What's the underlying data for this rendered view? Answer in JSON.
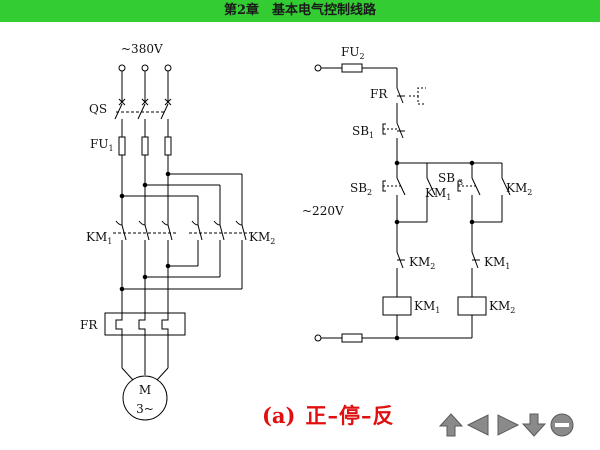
{
  "header": {
    "title": "第2章　基本电气控制线路",
    "bg_color": "#33cc33"
  },
  "main_circuit": {
    "supply": "~380V",
    "switch": "QS",
    "fuse": {
      "base": "FU",
      "sub": "1"
    },
    "forward_contactor": {
      "base": "KM",
      "sub": "1"
    },
    "reverse_contactor": {
      "base": "KM",
      "sub": "2"
    },
    "thermal_relay": "FR",
    "motor": {
      "name": "M",
      "phase": "3~"
    }
  },
  "control_circuit": {
    "fuse": {
      "base": "FU",
      "sub": "2"
    },
    "overload_contact": "FR",
    "stop_button": {
      "base": "SB",
      "sub": "1"
    },
    "forward_button": {
      "base": "SB",
      "sub": "2"
    },
    "reverse_button": {
      "base": "SB",
      "sub": "3"
    },
    "supply": "~220V",
    "hold_km1": {
      "base": "KM",
      "sub": "1"
    },
    "hold_km2": {
      "base": "KM",
      "sub": "2"
    },
    "interlock_left": {
      "base": "KM",
      "sub": "2"
    },
    "interlock_right": {
      "base": "KM",
      "sub": "1"
    },
    "coil_left": {
      "base": "KM",
      "sub": "1"
    },
    "coil_right": {
      "base": "KM",
      "sub": "2"
    }
  },
  "caption": {
    "label": "(a)",
    "title": "正–停–反",
    "color": "#e01010"
  },
  "navigation": {
    "buttons": [
      "arrow-up-icon",
      "arrow-left-icon",
      "arrow-right-icon",
      "arrow-down-icon",
      "minus-circle-icon"
    ],
    "color": "#8a8a8a"
  }
}
